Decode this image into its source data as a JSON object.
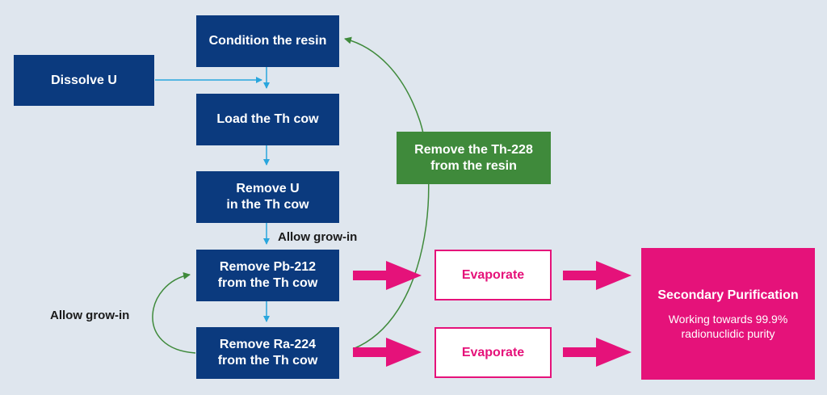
{
  "boxes": {
    "dissolve": "Dissolve U",
    "condition": "Condition the resin",
    "load": "Load the Th cow",
    "remove_u": [
      "Remove U",
      "in the Th cow"
    ],
    "remove_pb": [
      "Remove Pb-212",
      "from the Th cow"
    ],
    "remove_ra": [
      "Remove Ra-224",
      "from the Th cow"
    ],
    "remove_th": [
      "Remove the Th-228",
      "from the resin"
    ],
    "evaporate_1": "Evaporate",
    "evaporate_2": "Evaporate",
    "secondary_title": "Secondary Purification",
    "secondary_sub": [
      "Working towards 99.9%",
      "radionuclidic purity"
    ]
  },
  "labels": {
    "grow_in_top": "Allow grow-in",
    "grow_in_left": "Allow grow-in"
  },
  "colors": {
    "navy": "#0b3a7e",
    "green": "#3f8a3b",
    "magenta": "#e5127a",
    "cyan_arrow": "#29a6dd",
    "background": "#dfe6ee"
  }
}
